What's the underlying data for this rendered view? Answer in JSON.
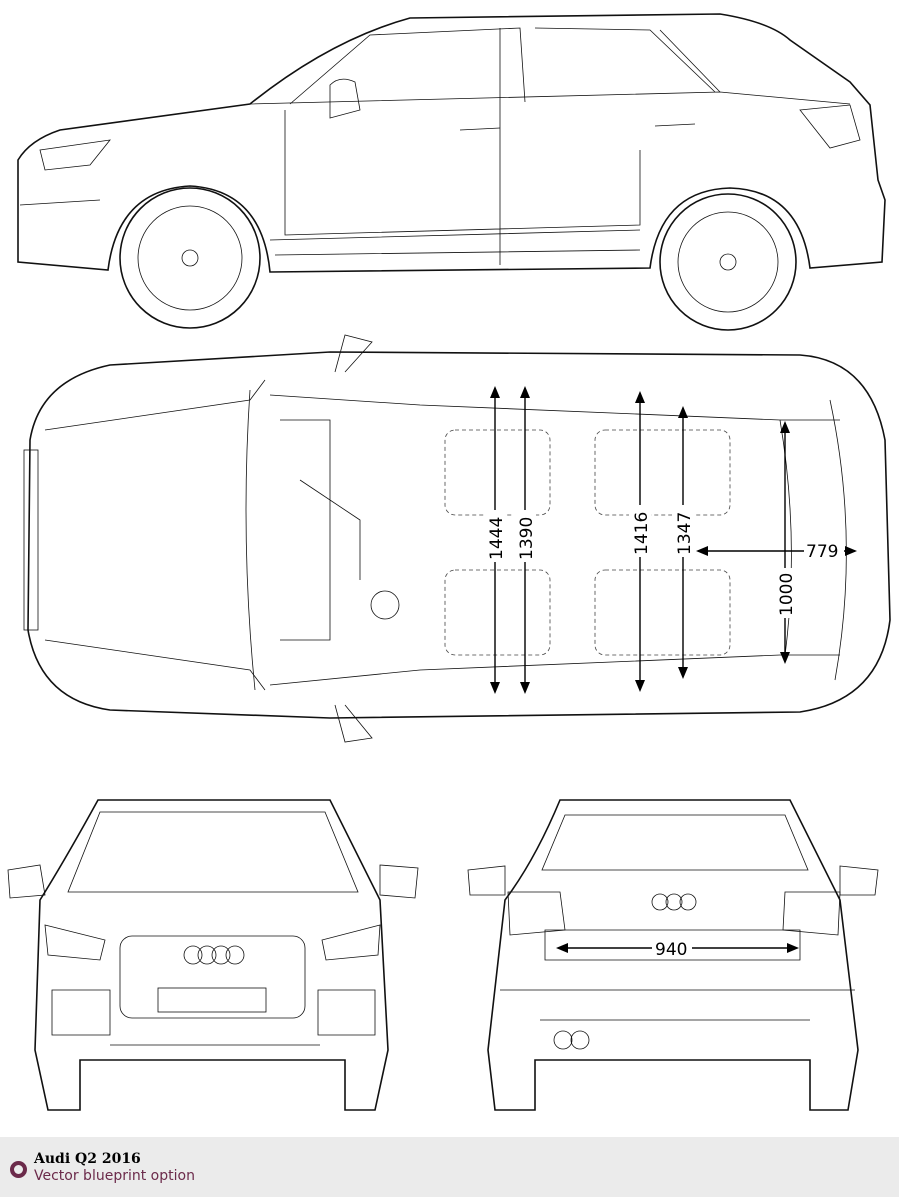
{
  "blueprint": {
    "views": [
      "side",
      "top",
      "front",
      "rear"
    ],
    "dimensions": {
      "top_front_width_outer": "1444",
      "top_front_width_inner": "1390",
      "top_rear_width_outer": "1416",
      "top_rear_width_inner": "1347",
      "cargo_length": "779",
      "cargo_width": "1000",
      "rear_load_width": "940"
    }
  },
  "footer": {
    "title": "Audi Q2 2016",
    "subtitle": "Vector blueprint option",
    "accent_color": "#6b2a4a"
  }
}
